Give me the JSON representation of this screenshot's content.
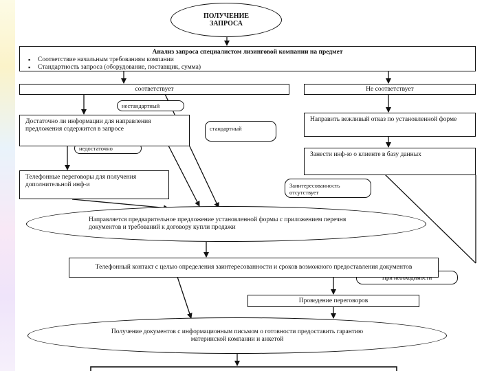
{
  "start": "ПОЛУЧЕНИЕ ЗАПРОСА",
  "analysis": {
    "title": "Анализ запроса специалистом лизинговой компании на предмет",
    "items": [
      "Соответствие начальным требованиям компании",
      "Стандартность запроса (оборудование, поставщик, сумма)"
    ]
  },
  "match": "соответствует",
  "no_match": "Не соответствует",
  "nonstandard": "нестандартный",
  "standard": "стандартный",
  "enough_info": "Достаточно ли информации для направления предложения содержится в запросе",
  "insufficient": "недостаточно",
  "phone_talks": "Телефонные переговоры для получения дополнительной инф-и",
  "polite_refusal": "Направить вежливый отказ по установленной форме",
  "enter_info": "Занести инф-ю о клиенте в базу данных",
  "no_interest": "Заинтересованность отсутствует",
  "preliminary_offer": "Направляется предварительное предложение установленной формы с приложением перечня документов и требований к договору купли продажи",
  "phone_contact": "Телефонный контакт с целью определения заинтересованности и сроков возможного предоставления документов",
  "if_needed": "При необходимости",
  "negotiations": "Проведение переговоров",
  "receive_docs": "Получение документов с информационным письмом о готовности предоставить гарантию материнской компании и анкетой"
}
